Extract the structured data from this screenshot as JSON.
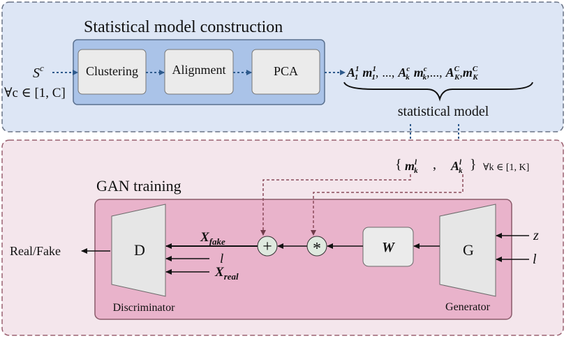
{
  "statistical_section": {
    "title": "Statistical model construction",
    "input": {
      "symbol": "S",
      "superscript": "c",
      "condition": "∀c ∈ [1, C]"
    },
    "steps": [
      "Clustering",
      "Alignment",
      "PCA"
    ],
    "output": {
      "A": "A",
      "m": "m",
      "comma": ",",
      "sub_1": "1",
      "sup_1": "1",
      "ellipsis": "...,",
      "sub_k": "k",
      "sup_c": "c",
      "sub_K": "K",
      "sup_C": "C"
    },
    "label": "statistical model"
  },
  "gan_section": {
    "title": "GAN training",
    "params": {
      "open": "{",
      "close": "}",
      "m": "m",
      "A": "A",
      "sub": "k",
      "sup": "l",
      "comma": ",",
      "condition": "∀k ∈ [1, K]"
    },
    "discriminator": {
      "letter": "D",
      "label": "Discriminator"
    },
    "generator": {
      "letter": "G",
      "label": "Generator"
    },
    "w_block": "W",
    "plus_op": "+",
    "mult_op": "*",
    "signals": {
      "x": "X",
      "fake_sub": "fake",
      "real_sub": "real",
      "l": "l",
      "z": "z"
    },
    "output_label": "Real/Fake"
  },
  "colors": {
    "top_bg": "#dde6f5",
    "bottom_bg": "#f4e6ec",
    "blue_box": "#aac3e8",
    "pink_box": "#e9b3cb",
    "step_box": "#ebebeb",
    "arrow_blue": "#2e5a8c",
    "arrow_red": "#8a4a5a"
  }
}
